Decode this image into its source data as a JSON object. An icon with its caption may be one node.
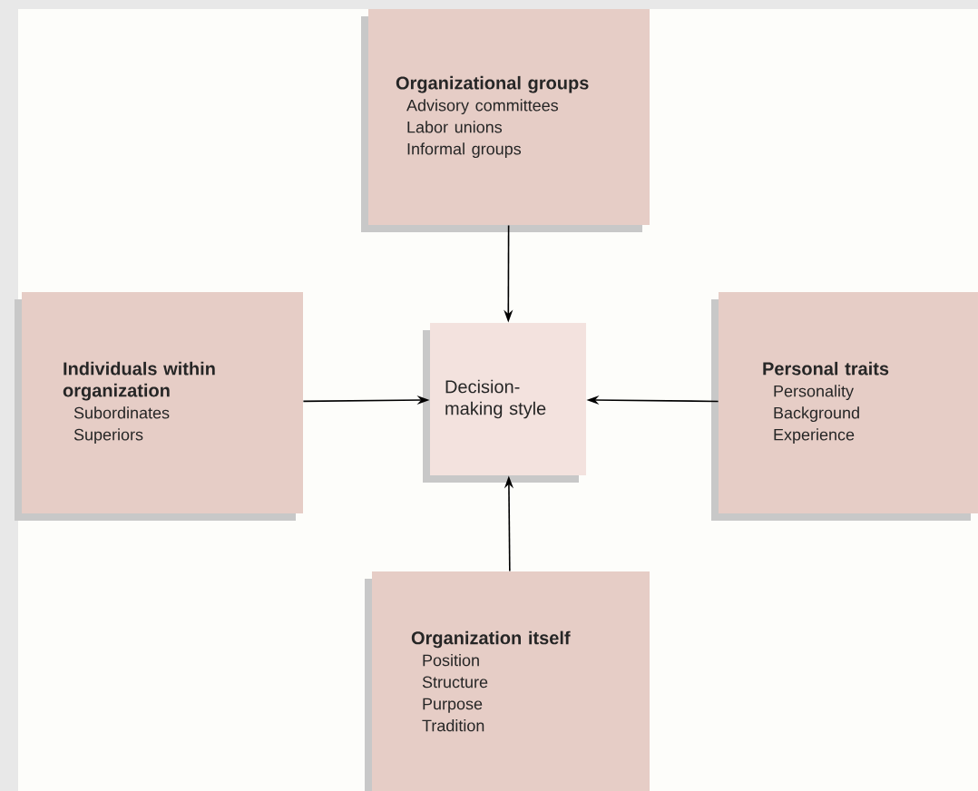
{
  "diagram": {
    "nodes": [
      {
        "text": [
          "Organizational groups",
          "Advisory committees",
          "Labor unions",
          "Informal groups"
        ]
      },
      {
        "text": [
          "Individuals within organization",
          "Subordinates",
          "Superiors"
        ]
      },
      {
        "text": [
          "Decision-making style"
        ]
      },
      {
        "text": [
          "Personal traits",
          "Personality",
          "Background",
          "Experience"
        ]
      },
      {
        "text": [
          "Organization itself",
          "Position",
          "Structure",
          "Purpose",
          "Tradition"
        ]
      }
    ],
    "edges": [
      {
        "from": 0,
        "to": 2,
        "arrow": "to"
      },
      {
        "from": 1,
        "to": 2,
        "arrow": "to"
      },
      {
        "from": 3,
        "to": 2,
        "arrow": "to"
      },
      {
        "from": 4,
        "to": 2,
        "arrow": "to"
      }
    ]
  }
}
